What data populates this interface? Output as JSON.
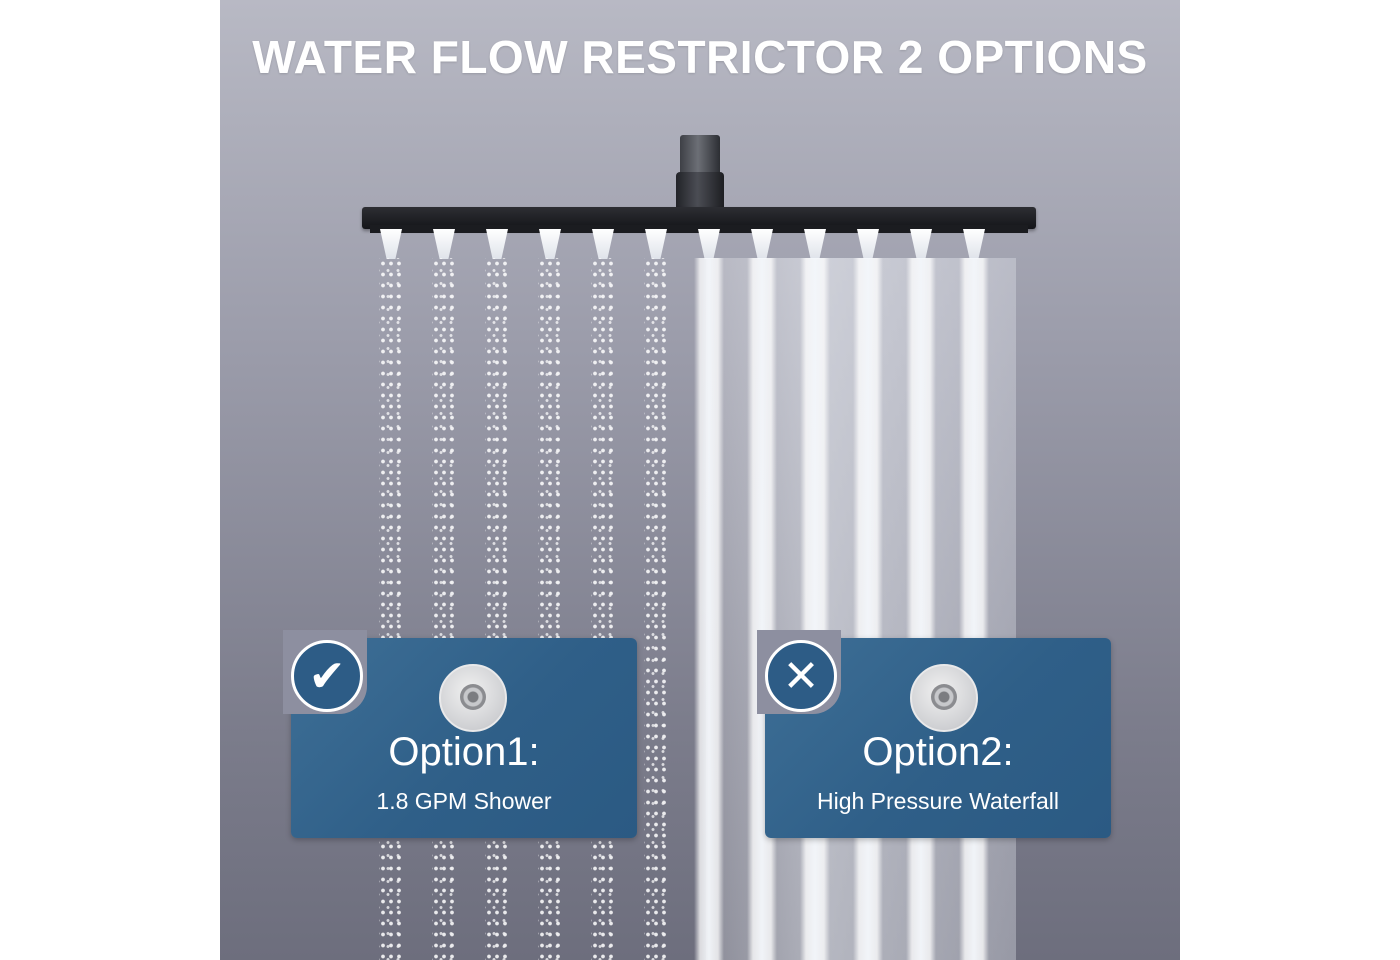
{
  "title": "WATER FLOW RESTRICTOR 2 OPTIONS",
  "options": [
    {
      "title": "Option1:",
      "subtitle": "1.8 GPM Shower",
      "status_icon": "checkmark-icon",
      "status_glyph": "✔"
    },
    {
      "title": "Option2:",
      "subtitle": "High Pressure Waterfall",
      "status_icon": "cross-icon",
      "status_glyph": "✕"
    }
  ],
  "colors": {
    "card": "#2f5f88",
    "background": "#8d8fa0",
    "showerhead": "#1b1c20"
  }
}
